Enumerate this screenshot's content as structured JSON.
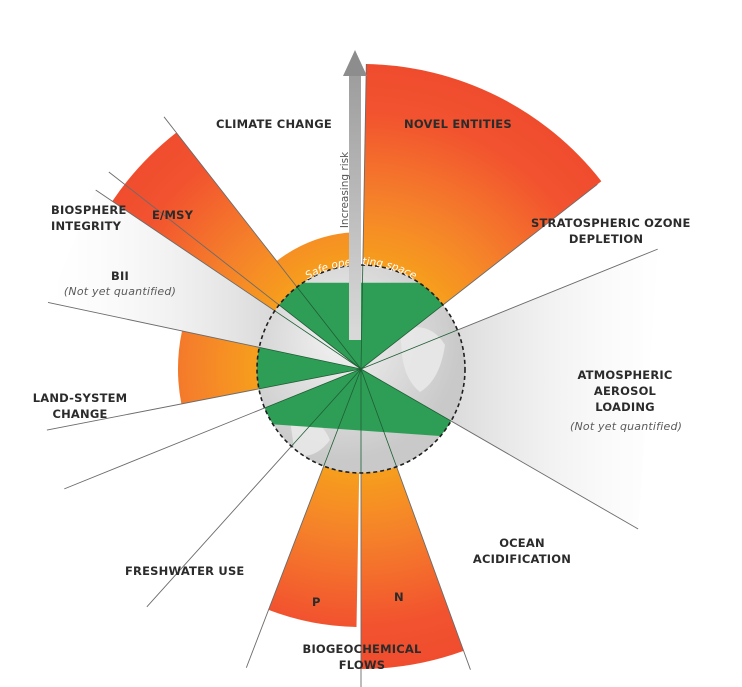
{
  "axis": {
    "label": "Increasing risk"
  },
  "safe_space": {
    "label": "Safe operating space"
  },
  "boundaries": {
    "climate_change": "CLIMATE CHANGE",
    "novel_entities": "NOVEL ENTITIES",
    "stratospheric_ozone": {
      "line1": "STRATOSPHERIC OZONE",
      "line2": "DEPLETION"
    },
    "atmospheric_aerosol": {
      "line1": "ATMOSPHERIC",
      "line2": "AEROSOL",
      "line3": "LOADING",
      "note": "(Not yet quantified)"
    },
    "ocean_acidification": {
      "line1": "OCEAN",
      "line2": "ACIDIFICATION"
    },
    "biogeochemical_flows": {
      "line1": "BIOGEOCHEMICAL",
      "line2": "FLOWS",
      "sub_p": "P",
      "sub_n": "N"
    },
    "freshwater_use": "FRESHWATER USE",
    "land_system_change": {
      "line1": "LAND-SYSTEM",
      "line2": "CHANGE"
    },
    "biosphere_integrity": {
      "line1": "BIOSPHERE",
      "line2": "INTEGRITY",
      "sub_emsy": "E/MSY",
      "sub_bii": "BII",
      "bii_note": "(Not yet quantified)"
    }
  },
  "colors": {
    "safe_green": "#2e9e57",
    "transgressed_inner": "#f7a21b",
    "transgressed_outer": "#f2532f",
    "not_quantified": "#cfcfcf"
  }
}
